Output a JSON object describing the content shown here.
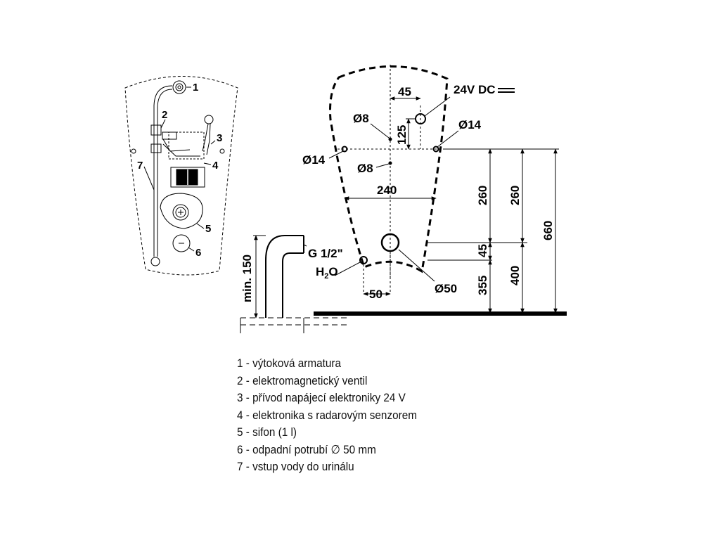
{
  "detail": {
    "callouts": [
      "1",
      "2",
      "3",
      "4",
      "5",
      "6",
      "7"
    ]
  },
  "elevation": {
    "labels": {
      "supply_voltage": "24V DC",
      "dim_45_top": "45",
      "dim_125": "125",
      "dia_8_upper": "Ø8",
      "dia_8_lower": "Ø8",
      "dia_14_left": "Ø14",
      "dia_14_right": "Ø14",
      "dim_240": "240",
      "dim_260_a": "260",
      "dim_260_b": "260",
      "dim_660": "660",
      "dim_45_mid": "45",
      "dim_355": "355",
      "dim_400": "400",
      "thread": "G 1/2\"",
      "water": "H",
      "water_sub": "2",
      "water_end": "O",
      "min_150": "min. 150",
      "dim_50": "50",
      "dia_50": "Ø50"
    }
  },
  "legend": {
    "items": [
      "1 - výtoková armatura",
      "2 - elektromagnetický ventil",
      "3 - přívod napájecí elektroniky 24 V",
      "4 - elektronika s radarovým senzorem",
      "5 - sifon (1 l)",
      "6 - odpadní potrubí ∅ 50 mm",
      "7 - vstup vody do urinálu"
    ]
  }
}
